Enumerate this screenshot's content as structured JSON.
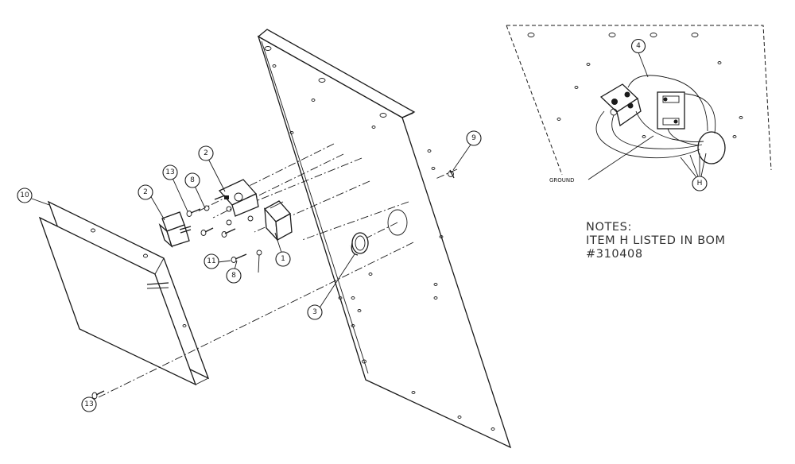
{
  "callouts": {
    "c10": "10",
    "c2a": "2",
    "c13a": "13",
    "c8a": "8",
    "c2b": "2",
    "c9": "9",
    "c11": "11",
    "c8b": "8",
    "c1": "1",
    "c3": "3",
    "c13b": "13",
    "c4": "4",
    "cH": "H"
  },
  "labels": {
    "ground": "GROUND"
  },
  "notes": {
    "heading": "NOTES:",
    "line1": "ITEM H LISTED IN BOM",
    "line2": "#310408"
  }
}
